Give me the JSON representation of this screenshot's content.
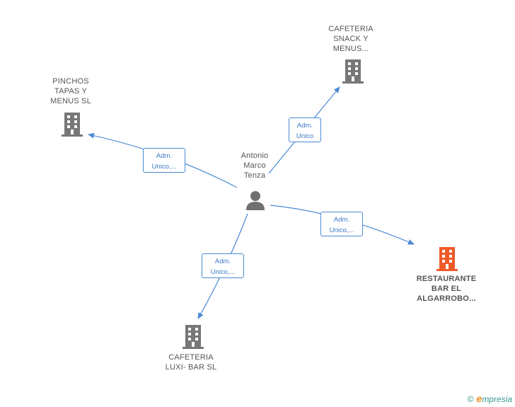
{
  "colors": {
    "edge": "#4a8ad4",
    "company": "#777777",
    "highlight": "#f05a28",
    "person": "#6f6f6f",
    "text": "#555555"
  },
  "nodes": {
    "person": {
      "line1": "Antonio",
      "line2": "Marco",
      "line3": "Tenza",
      "icon": "person-icon"
    },
    "cafeteria_snack": {
      "line1": "CAFETERIA",
      "line2": "SNACK Y",
      "line3": "MENUS...",
      "icon": "building-icon"
    },
    "pinchos": {
      "line1": "PINCHOS",
      "line2": "TAPAS Y",
      "line3": "MENUS  SL",
      "icon": "building-icon"
    },
    "restaurante": {
      "line1": "RESTAURANTE",
      "line2": "BAR EL",
      "line3": "ALGARROBO...",
      "icon": "building-icon"
    },
    "cafeteria_luxi": {
      "line1": "CAFETERIA",
      "line2": "LUXI- BAR  SL",
      "icon": "building-icon"
    }
  },
  "edges": {
    "to_snack": {
      "line1": "Adm.",
      "line2": "Unico"
    },
    "to_pinchos": {
      "line1": "Adm.",
      "line2": "Unico,..."
    },
    "to_restaurante": {
      "line1": "Adm.",
      "line2": "Unico,..."
    },
    "to_luxi": {
      "line1": "Adm.",
      "line2": "Unico,..."
    }
  },
  "footer": {
    "copyright": "©",
    "brand_e": "e",
    "brand_rest": "mpresia"
  }
}
